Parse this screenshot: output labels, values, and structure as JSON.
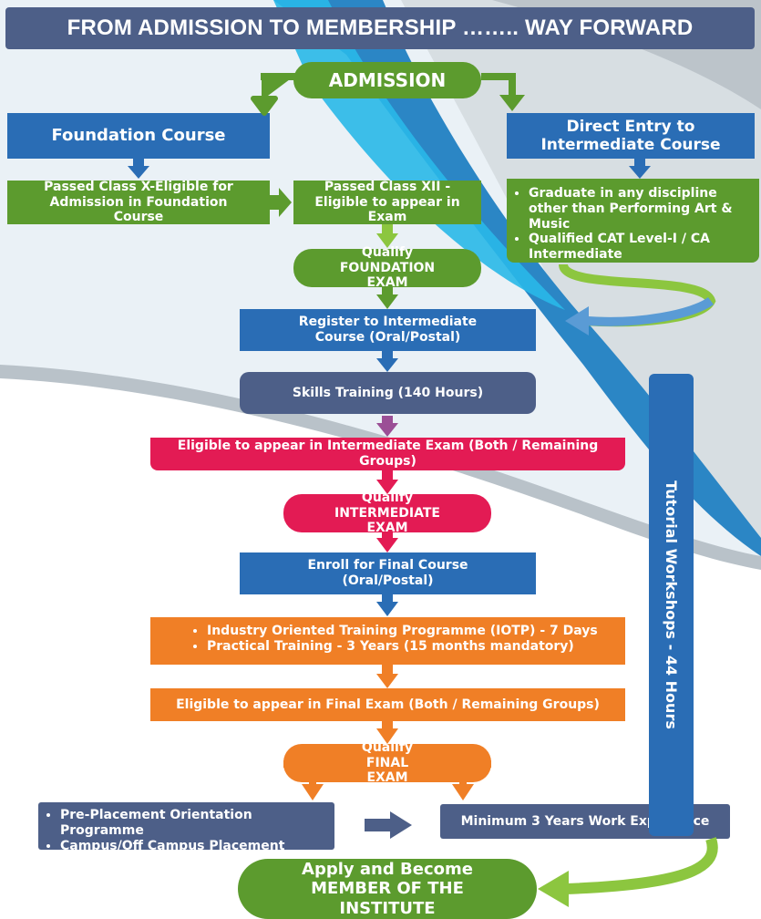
{
  "title": "FROM ADMISSION TO MEMBERSHIP …….. WAY FORWARD",
  "admission": "ADMISSION",
  "foundation_course": "Foundation Course",
  "direct_entry": "Direct Entry to Intermediate Course",
  "passed_x": "Passed Class X-Eligible for Admission in Foundation Course",
  "passed_xii": "Passed Class XII - Eligible to appear in Exam",
  "direct_entry_criteria": [
    "Graduate in any discipline other than Performing Art & Music",
    "Qualified CAT Level-I / CA Intermediate"
  ],
  "qualify_foundation": "Qualify FOUNDATION EXAM",
  "register_intermediate": "Register to Intermediate Course (Oral/Postal)",
  "skills_training": "Skills Training (140 Hours)",
  "eligible_intermediate": "Eligible to appear in Intermediate Exam (Both / Remaining Groups)",
  "qualify_intermediate": "Qualify INTERMEDIATE EXAM",
  "enroll_final": "Enroll for Final Course (Oral/Postal)",
  "training_items": [
    "Industry Oriented Training Programme (IOTP) - 7 Days",
    "Practical Training - 3 Years (15 months mandatory)"
  ],
  "eligible_final": "Eligible to appear in Final Exam (Both / Remaining Groups)",
  "qualify_final": "Qualify FINAL EXAM",
  "placement_items": [
    "Pre-Placement Orientation Programme",
    "Campus/Off Campus Placement"
  ],
  "work_experience": "Minimum 3 Years Work Experience",
  "member": "Apply and Become MEMBER OF THE INSTITUTE",
  "tutorial": "Tutorial Workshops - 44 Hours",
  "colors": {
    "blue": "#2a6db5",
    "green": "#5c9b2e",
    "slate": "#4d5f88",
    "pink": "#e31b54",
    "orange": "#f07f26",
    "light_green": "#8cc63f",
    "purple": "#9b4f96"
  }
}
